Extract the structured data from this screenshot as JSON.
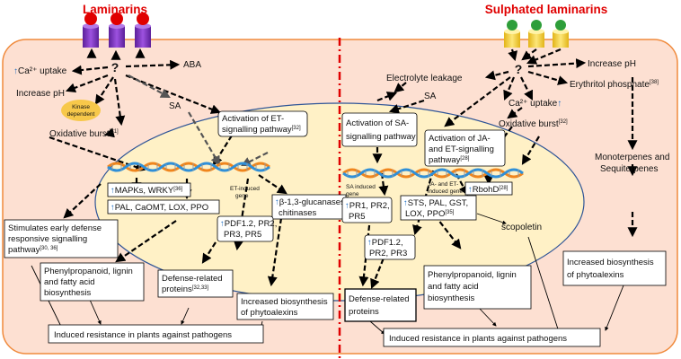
{
  "left": {
    "title": "Laminarins",
    "q": "?",
    "ca_uptake": "Ca²⁺ uptake",
    "abа": "ABA",
    "aba": "ABA",
    "increase_ph": "Increase pH",
    "kinase_1": "Kinase",
    "kinase_2": "dependent",
    "sa": "SA",
    "oxidative": "Oxidative burst",
    "oxidative_ref": "[31]",
    "et_box_1": "Activation of ET-",
    "et_box_2": "signalling pathway",
    "et_box_ref": "[32]",
    "mapks": "MAPKs, WRKY",
    "mapks_ref": "[36]",
    "pal": "PAL, CaOMT, LOX, PPO",
    "et_gene_1": "ET-induced",
    "et_gene_2": "gene",
    "glucanase_1": "β-1,3-glucanases",
    "glucanase_2": "chitinases",
    "pdf_1": "PDF1.2, PR2,",
    "pdf_2": "PR3, PR5",
    "stim_1": "Stimulates early defense",
    "stim_2": "responsive signalling",
    "stim_3": "pathway",
    "stim_ref": "[30, 36]",
    "phenyl_1": "Phenylpropanoid, lignin",
    "phenyl_2": "and fatty acid",
    "phenyl_3": "biosynthesis",
    "defense_1": "Defense-related",
    "defense_2": "proteins",
    "defense_ref": "[32,33]",
    "phyto_1": "Increased biosynthesis",
    "phyto_2": "of phytoalexins",
    "induced": "Induced resistance in plants against pathogens"
  },
  "right": {
    "title": "Sulphated laminarins",
    "q": "?",
    "increase_ph": "Increase pH",
    "erythritol": "Erythritol phosphate",
    "erythritol_ref": "[38]",
    "electrolyte": "Electrolyte leakage",
    "sa": "SA",
    "ca_uptake": "Ca²⁺ uptake",
    "oxidative": "Oxidative burst",
    "oxidative_ref": "[32]",
    "sa_box_1": "Activation of SA-",
    "sa_box_2": "signalling pathway",
    "ja_box_1": "Activation of JA-",
    "ja_box_2": "and ET-signalling",
    "ja_box_3": "pathway",
    "ja_box_ref": "[28]",
    "sa_gene_1": "SA induced",
    "sa_gene_2": "gene",
    "ja_gene_1": "JA- and ET-",
    "ja_gene_2": "induced gene",
    "pr_1": "PR1, PR2,",
    "pr_2": "PR5",
    "rboh": "RbohD",
    "rboh_ref": "[28]",
    "sts_1": "STS, PAL, GST,",
    "sts_2": "LOX, PPO",
    "sts_ref": "[35]",
    "pdf_1": "PDF1.2,",
    "pdf_2": "PR2, PR3",
    "scopoletin": "scopoletin",
    "mono_1": "Monoterpenes and",
    "mono_2": "Sequiterpenes",
    "phyto_1": "Increased biosynthesis",
    "phyto_2": "of phytoalexins",
    "defense_1": "Defense-related",
    "defense_2": "proteins",
    "phenyl_1": "Phenylpropanoid, lignin",
    "phenyl_2": "and fatty acid",
    "phenyl_3": "biosynthesis",
    "induced": "Induced resistance in plants against pathogens"
  },
  "up_arrow": "↑",
  "colors": {
    "background": "#fde0d2",
    "cell_border": "#f08a3c",
    "nucleus": "#fff1c6",
    "nucleus_border": "#2f5597",
    "divider": "#e00000",
    "title": "#e00000",
    "laminarin_receptor": "#7a2fbf",
    "laminarin_ligand": "#e00000",
    "sulphated_receptor": "#f5d33b",
    "sulphated_ligand": "#2e9e3a",
    "up_arrow": "#1f6fc4",
    "kinase": "#f7c84a"
  }
}
